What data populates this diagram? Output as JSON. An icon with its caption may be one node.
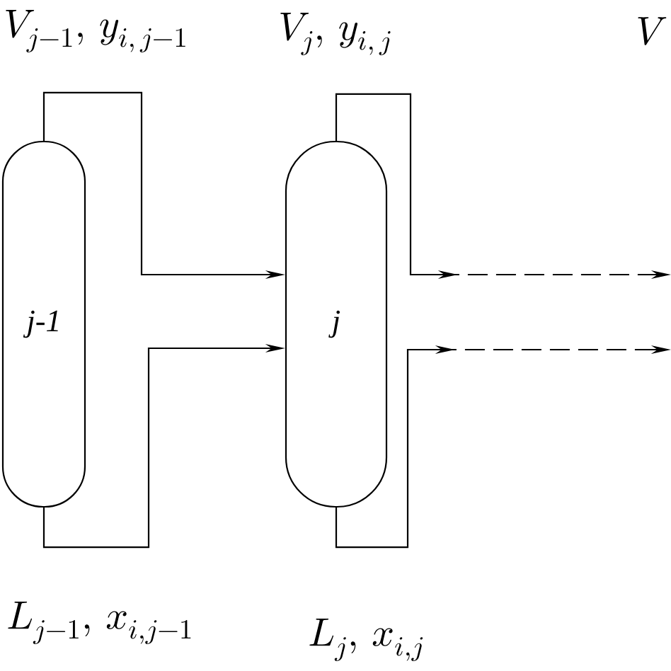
{
  "diagram": {
    "nodes": [
      {
        "text": [
          "j-1"
        ]
      },
      {
        "text": [
          "j"
        ]
      }
    ],
    "edges": [
      {
        "from": 0,
        "to": 1,
        "arrow": "to"
      },
      {
        "from": 0,
        "to": 1,
        "arrow": "to"
      },
      {
        "from": 1,
        "to": null,
        "arrow": "to",
        "style": "dashed"
      },
      {
        "from": 1,
        "to": null,
        "arrow": "to",
        "style": "dashed"
      }
    ],
    "labels": [
      "V_{j-1},\\, y_{i,\\, j-1}",
      "V_{j},\\, y_{i,\\, j}",
      "V",
      "L_{j-1},\\, x_{i,j-1}",
      "L_{j},\\, x_{i,j}"
    ]
  }
}
